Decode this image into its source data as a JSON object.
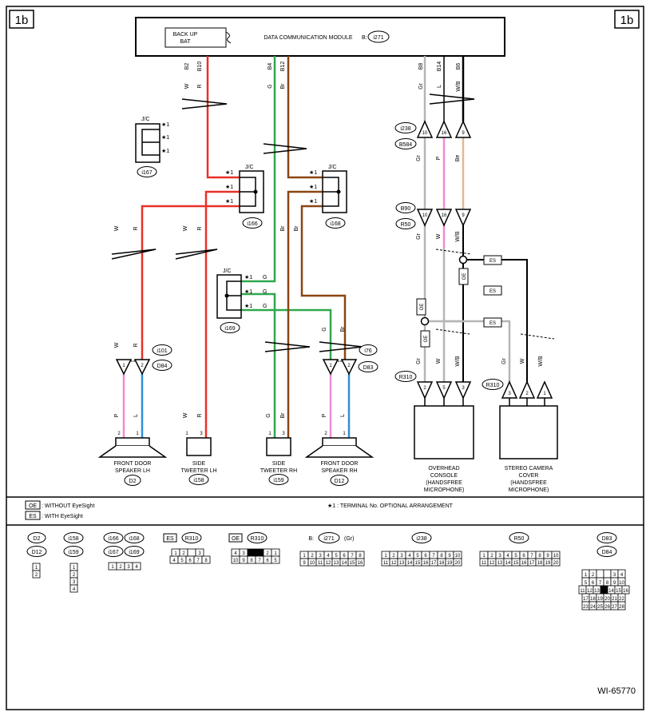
{
  "sheet": {
    "id": "1b",
    "footer": "WI-65770"
  },
  "module": {
    "title": "DATA COMMUNICATION MODULE",
    "conn_prefix": "B:",
    "conn": "i271",
    "backup_line1": "BACK UP",
    "backup_line2": "BAT"
  },
  "top_pins": {
    "b2": "B2",
    "b10": "B10",
    "b4": "B4",
    "b12": "B12",
    "b8": "B8",
    "b14": "B14",
    "b6": "B6",
    "w": "W",
    "r": "R",
    "g": "G",
    "br": "Br",
    "gr": "Gr",
    "l": "L",
    "wb": "W/B"
  },
  "jc": {
    "label": "J/C",
    "star": "★1",
    "i166": "i166",
    "i167": "i167",
    "i168": "i168",
    "i169": "i169"
  },
  "wires": {
    "w": "W",
    "r": "R",
    "g": "G",
    "br": "Br",
    "gr": "Gr",
    "p": "P",
    "be": "Be",
    "l": "L",
    "wb": "W/B"
  },
  "connectors": {
    "i238": "i238",
    "b584": "B584",
    "b90": "B90",
    "r50": "R50",
    "i101": "i101",
    "d84": "D84",
    "i76": "i76",
    "d83": "D83",
    "r310": "R310",
    "oe": "OE",
    "es": "ES",
    "pin10": "10",
    "pin16": "16",
    "pin9": "9",
    "pin2": "2",
    "pin5": "5",
    "pin3": "3",
    "pin1": "1",
    "pin4": "4"
  },
  "devices": {
    "front_lh_1": "FRONT DOOR",
    "front_lh_2": "SPEAKER LH",
    "front_lh_conn": "D2",
    "tweeter_lh_1": "SIDE",
    "tweeter_lh_2": "TWEETER LH",
    "tweeter_lh_conn": "i158",
    "tweeter_rh_1": "SIDE",
    "tweeter_rh_2": "TWEETER RH",
    "tweeter_rh_conn": "i159",
    "front_rh_1": "FRONT DOOR",
    "front_rh_2": "SPEAKER RH",
    "front_rh_conn": "D12",
    "overhead_1": "OVERHEAD",
    "overhead_2": "CONSOLE",
    "overhead_3": "(HANDSFREE",
    "overhead_4": "MICROPHONE)",
    "stereo_1": "STEREO CAMERA",
    "stereo_2": "COVER",
    "stereo_3": "(HANDSFREE",
    "stereo_4": "MICROPHONE)"
  },
  "legend": {
    "oe_box": "OE",
    "oe_text": ": WITHOUT EyeSight",
    "es_box": "ES",
    "es_text": ": WITH EyeSight",
    "star_note": "★1 : TERMINAL No. OPTIONAL ARRANGEMENT"
  },
  "connector_views": {
    "d2": "D2",
    "d12": "D12",
    "i158": "i158",
    "i159": "i159",
    "i166": "i166",
    "i168": "i168",
    "i167": "i167",
    "i169": "i169",
    "es": "ES",
    "oe": "OE",
    "r310": "R310",
    "b": "B:",
    "i271": "i271",
    "gr": "(Gr)",
    "i238": "i238",
    "r50": "R50",
    "d83": "D83",
    "d84": "D84"
  },
  "colors": {
    "red": "#e8312a",
    "green": "#2fa84f",
    "brown": "#8b4513",
    "gray": "#b5b5b5",
    "pink": "#f08ad8",
    "blue": "#2f8fd8",
    "beige": "#e0b896",
    "black": "#000000"
  }
}
